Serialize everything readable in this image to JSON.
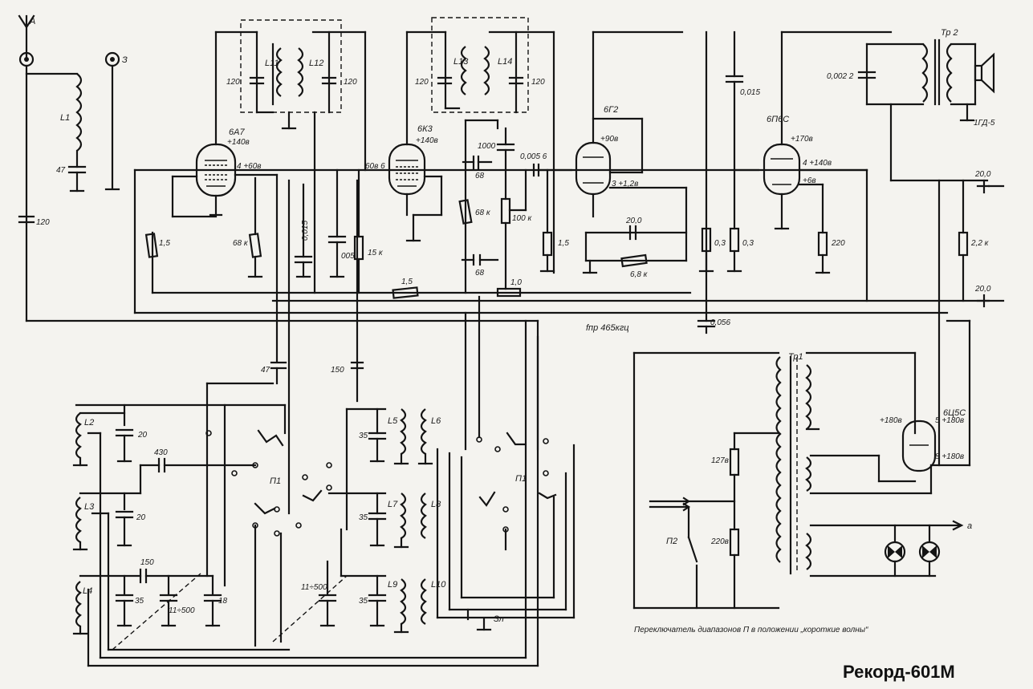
{
  "title": "Рекорд-601М",
  "caption": "Переключатель диапазонов П в положении „короткие волны“",
  "if_note": "fпр 465кгц",
  "tubes": {
    "v1": {
      "name": "6А7",
      "a": "+140в",
      "g": "4 +60в"
    },
    "v2": {
      "name": "6К3",
      "a": "+140в",
      "g": "60в 6"
    },
    "v3": {
      "name": "6Г2",
      "a": "+90в",
      "k": "3 +1,2в"
    },
    "v4": {
      "name": "6П6С",
      "a": "+170в",
      "g": "4 +140в",
      "k": "+6в"
    },
    "v5": {
      "name": "6Ц5С",
      "a": "+180в",
      "a2": "5 +180в",
      "k": "8 +180в"
    }
  },
  "antenna": {
    "a": "А",
    "z": "З"
  },
  "coils": {
    "L1": "L1",
    "L2": "L2",
    "L3": "L3",
    "L4": "L4",
    "L5": "L5",
    "L6": "L6",
    "L7": "L7",
    "L8": "L8",
    "L9": "L9",
    "L10": "L10",
    "L11": "L11",
    "L12": "L12",
    "L13": "L13",
    "L14": "L14"
  },
  "values": {
    "c47a": "47",
    "c120a": "120",
    "r1_5a": "1,5",
    "r68k": "68 к",
    "c0015a": "0,015",
    "c005": "005",
    "r15k": "15 к",
    "r1_5b": "1,5",
    "c120_if1": "120",
    "c120_if2": "120",
    "c120_if3": "120",
    "c120_if4": "120",
    "c1000": "1000",
    "c68a": "68",
    "r68k2": "68 к",
    "c68b": "68",
    "r100k": "100 к",
    "c00056": "0,005 6",
    "r1_5c": "1,5",
    "r1_0": "1,0",
    "c20_0a": "20,0",
    "r6_8k": "6,8 к",
    "r0_3a": "0,3",
    "r0_3b": "0,3",
    "c0015b": "0,015",
    "c0056": "0,056",
    "c0022": "0,002 2",
    "r220": "220",
    "r2_2k": "2,2 к",
    "c20_0b": "20,0",
    "c20_0c": "20,0",
    "c47b": "47",
    "c150a": "150",
    "c20a": "20",
    "c430": "430",
    "c20b": "20",
    "c150b": "150",
    "c35a": "35",
    "c11_500a": "11÷500",
    "c18": "18",
    "c35b": "35",
    "c35c": "35",
    "c35d": "35",
    "c11_500b": "11÷500",
    "p1a": "П1",
    "p1b": "П1",
    "p2": "П2",
    "v127": "127в",
    "v220": "220в",
    "tr1": "Тр1",
    "tr2": "Тр 2",
    "speaker": "1ГД-5",
    "zl": "Зл",
    "a_out": "а"
  },
  "colors": {
    "paper": "#f4f3ef",
    "ink": "#141414"
  }
}
